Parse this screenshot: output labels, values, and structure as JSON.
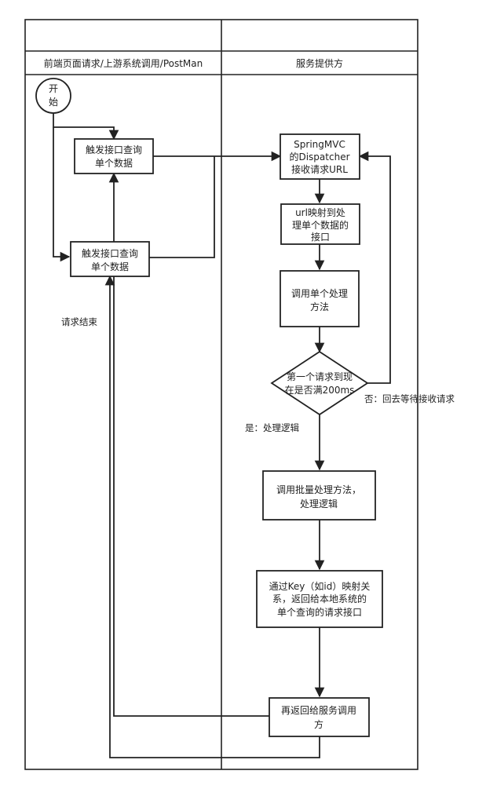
{
  "lanes": {
    "left": "前端页面请求/上游系统调用/PostMan",
    "right": "服务提供方"
  },
  "nodes": {
    "start": [
      "开",
      "始"
    ],
    "trigger1": [
      "触发接口查询",
      "单个数据"
    ],
    "trigger2": [
      "触发接口查询",
      "单个数据"
    ],
    "dispatcher": [
      "SpringMVC",
      "的Dispatcher",
      "接收请求URL"
    ],
    "mapping": [
      "url映射到处",
      "理单个数据的",
      "接口"
    ],
    "single": [
      "调用单个处理",
      "方法"
    ],
    "decision": [
      "第一个请求到现",
      "在是否满200ms"
    ],
    "batch": [
      "调用批量处理方法，",
      "处理逻辑"
    ],
    "keymap": [
      "通过Key（如id）映射关",
      "系，返回给本地系统的",
      "单个查询的请求接口"
    ],
    "return": [
      "再返回给服务调用",
      "方"
    ]
  },
  "labels": {
    "end": "请求结束",
    "no": "否：回去等待接收请求",
    "yes": "是：处理逻辑"
  }
}
